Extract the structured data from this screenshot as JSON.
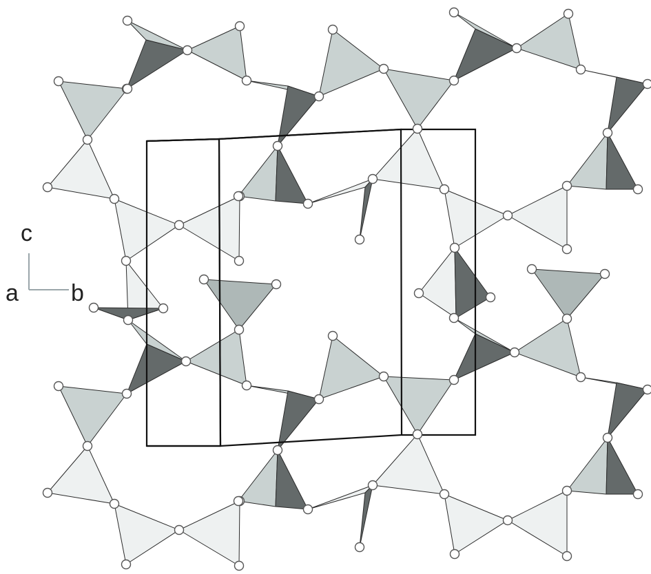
{
  "axes": {
    "c_label": "c",
    "a_label": "a",
    "b_label": "b"
  },
  "colors": {
    "face_light": "#eef1f1",
    "face_mid": "#c9d2d1",
    "face_gray": "#aeb8b7",
    "face_dark": "#646a6a",
    "atom_fill": "#ffffff",
    "edge": "#2a2a2a",
    "axis": "#9aa6aa"
  }
}
